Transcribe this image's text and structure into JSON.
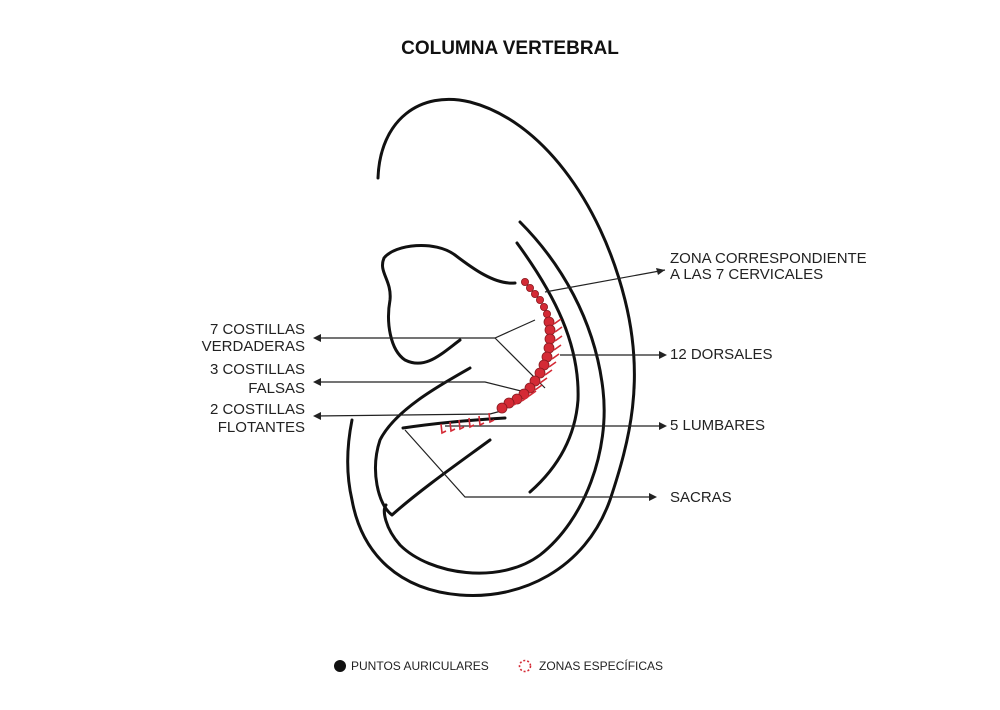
{
  "title": "COLUMNA VERTEBRAL",
  "labels": {
    "cervicales_1": "ZONA CORRESPONDIENTE",
    "cervicales_2": "A LAS 7 CERVICALES",
    "verdaderas_1": "7 COSTILLAS",
    "verdaderas_2": "VERDADERAS",
    "falsas_1": "3  COSTILLAS",
    "falsas_2": "FALSAS",
    "flotantes_1": "2  COSTILLAS",
    "flotantes_2": "FLOTANTES",
    "dorsales": "12 DORSALES",
    "lumbares": "5 LUMBARES",
    "sacras": "SACRAS"
  },
  "legend": {
    "puntos": "PUNTOS AURICULARES",
    "zonas": "ZONAS ESPECÍFICAS"
  },
  "colors": {
    "accent": "#d42a35",
    "line": "#111111"
  }
}
